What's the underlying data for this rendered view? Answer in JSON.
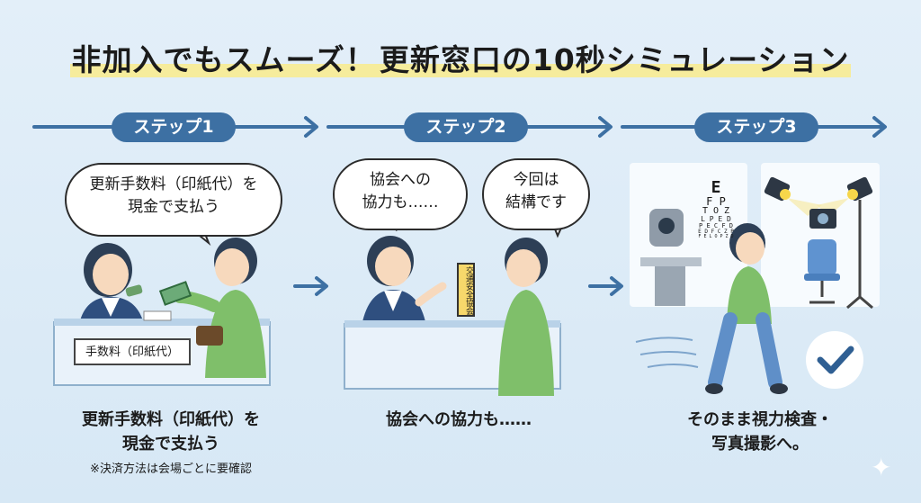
{
  "title": {
    "part1": "非加入でもスムーズ！",
    "part2": "更新窓口の10秒シミュレーション"
  },
  "steps": [
    {
      "label": "ステップ1",
      "bubble": {
        "line1": "更新手数料（印紙代）を",
        "line2": "現金で支払う"
      },
      "counter_sign": "手数料（印紙代）",
      "caption": {
        "line1": "更新手数料（印紙代）を",
        "line2": "現金で支払う"
      },
      "note": "※決済方法は会場ごとに要確認"
    },
    {
      "label": "ステップ2",
      "bubble_left": {
        "line1": "協会への",
        "line2": "協力も……"
      },
      "bubble_right": {
        "line1": "今回は",
        "line2": "結構です"
      },
      "sign": "交通安全協会",
      "caption": "協会への協力も……"
    },
    {
      "label": "ステップ3",
      "eye_chart": [
        "E",
        "F P",
        "T O Z",
        "L P E D",
        "P E C F D",
        "E D F C Z P",
        "F E L O P Z D"
      ],
      "caption": {
        "line1": "そのまま視力検査・",
        "line2": "写真撮影へ。"
      }
    }
  ],
  "colors": {
    "background": "#dcebf7",
    "accent": "#3d70a3",
    "highlight": "#f6ec9c",
    "shirt": "#7fbf6a",
    "check": "#2f5f93"
  }
}
